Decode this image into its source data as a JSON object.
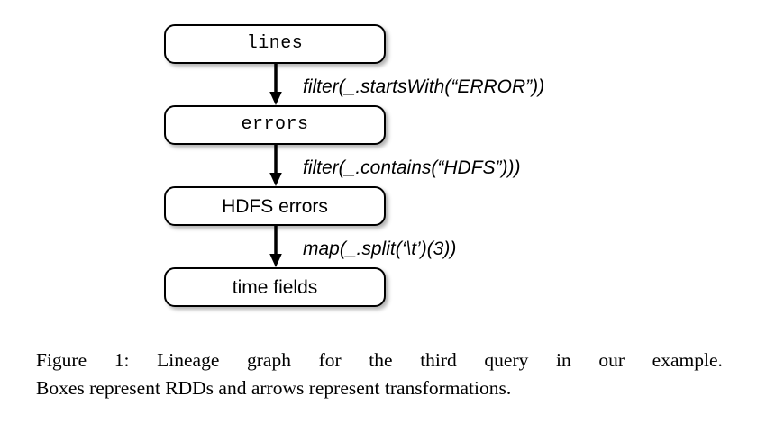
{
  "figure": {
    "nodes": [
      {
        "label": "lines",
        "font": "mono"
      },
      {
        "label": "errors",
        "font": "mono"
      },
      {
        "label": "HDFS errors",
        "font": "sans"
      },
      {
        "label": "time fields",
        "font": "sans"
      }
    ],
    "edges": [
      {
        "label": "filter(_.startsWith(“ERROR”))"
      },
      {
        "label": "filter(_.contains(“HDFS”)))"
      },
      {
        "label": "map(_.split(‘\\t’)(3))"
      }
    ],
    "arrow_icon": "down-arrow-icon",
    "caption": {
      "line1_words": [
        "Figure",
        "1:",
        "Lineage",
        "graph",
        "for",
        "the",
        "third",
        "query",
        "in",
        "our",
        "example."
      ],
      "line2": "Boxes represent RDDs and arrows represent transformations.",
      "full_text": "Figure 1: Lineage graph for the third query in our example. Boxes represent RDDs and arrows represent transformations."
    },
    "colors": {
      "stroke": "#000000",
      "fill": "#ffffff",
      "text": "#000000",
      "background": "#ffffff"
    }
  }
}
